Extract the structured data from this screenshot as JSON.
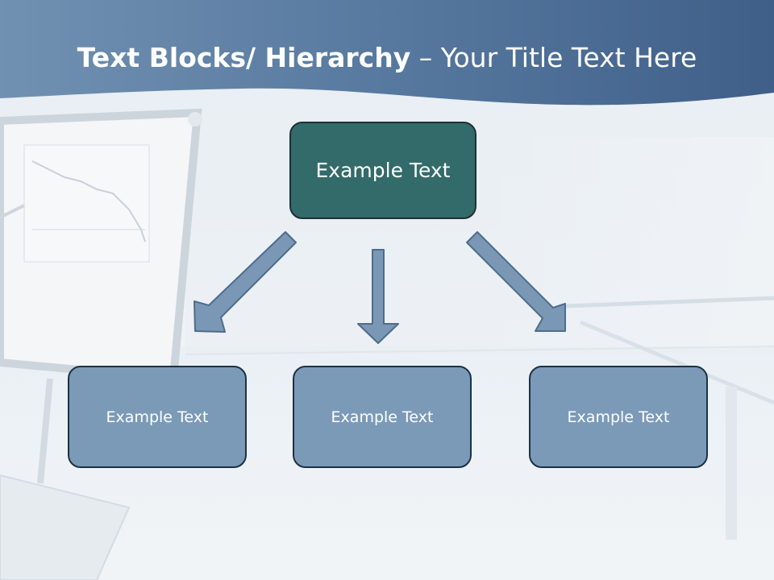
{
  "slide": {
    "title_bold": "Text Blocks/ Hierarchy",
    "title_rest": " – Your Title Text Here"
  },
  "diagram": {
    "root": {
      "label": "Example Text"
    },
    "children": [
      {
        "label": "Example Text"
      },
      {
        "label": "Example Text"
      },
      {
        "label": "Example Text"
      }
    ]
  },
  "colors": {
    "title_band": "#4a6d94",
    "root_fill": "#336a6a",
    "child_fill": "#7b9ab8",
    "arrow_fill": "#7a98b6",
    "outline": "#1d3142"
  }
}
